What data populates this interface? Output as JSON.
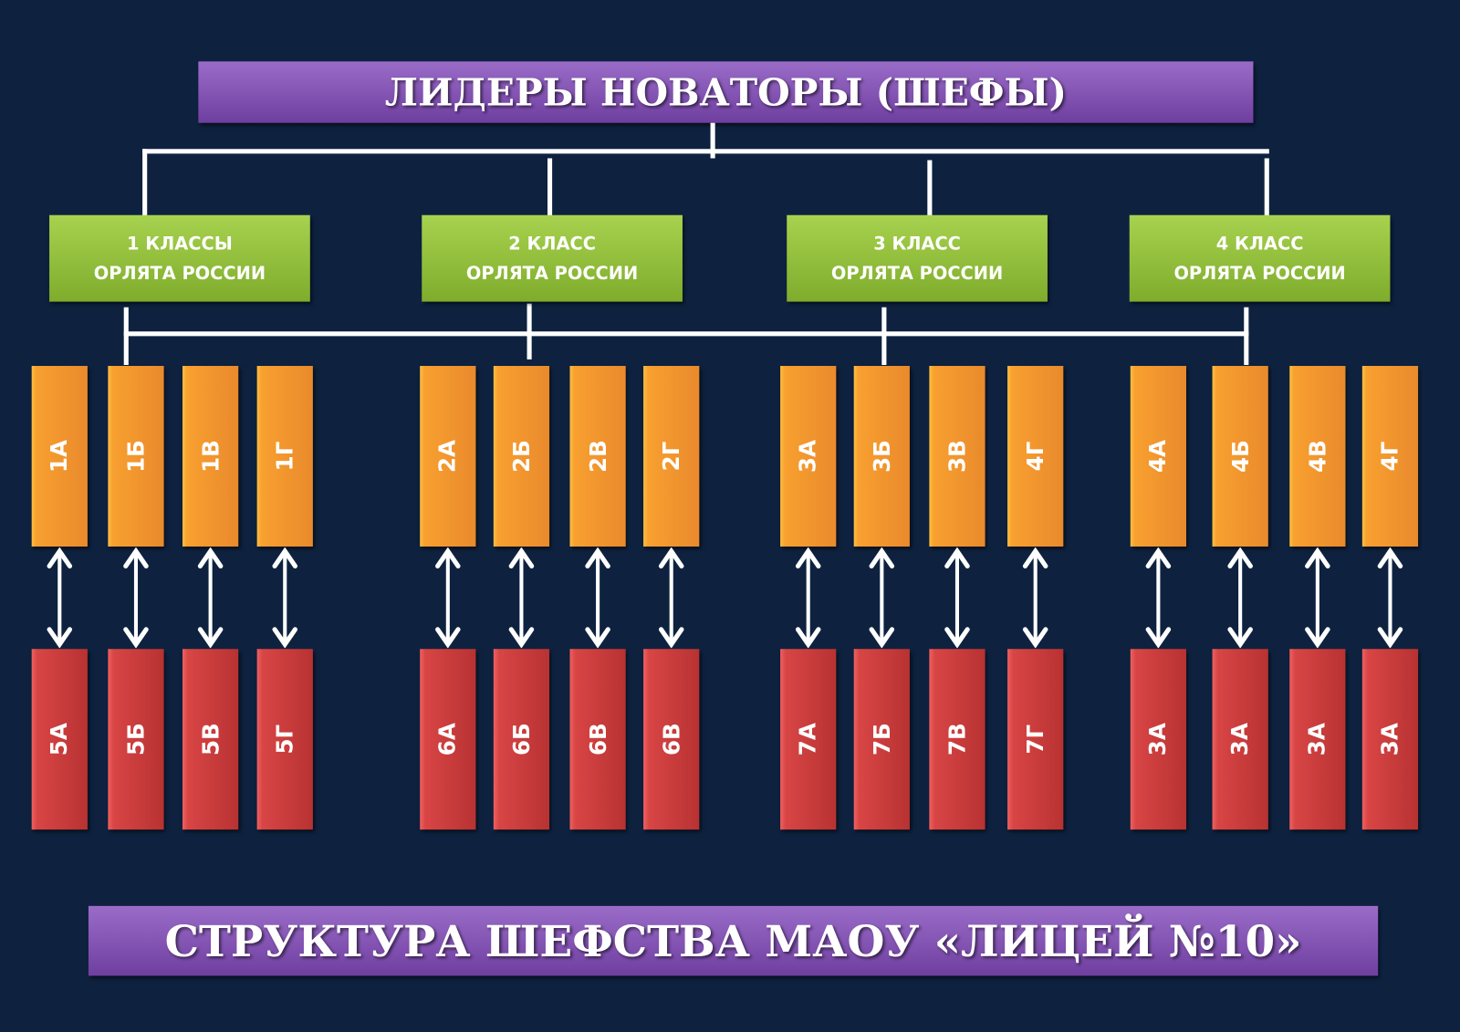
{
  "title": "ЛИДЕРЫ НОВАТОРЫ (ШЕФЫ)",
  "footer": "СТРУКТУРА ШЕФСТВА  МАОУ «ЛИЦЕЙ №10»",
  "groups": [
    {
      "line1": "1 КЛАССЫ",
      "line2": "ОРЛЯТА РОССИИ",
      "top": [
        "1А",
        "1Б",
        "1В",
        "1Г"
      ],
      "bottom": [
        "5А",
        "5Б",
        "5В",
        "5Г"
      ]
    },
    {
      "line1": "2 КЛАСС",
      "line2": "ОРЛЯТА РОССИИ",
      "top": [
        "2А",
        "2Б",
        "2В",
        "2Г"
      ],
      "bottom": [
        "6А",
        "6Б",
        "6В",
        "6В"
      ]
    },
    {
      "line1": "3 КЛАСС",
      "line2": "ОРЛЯТА РОССИИ",
      "top": [
        "3А",
        "3Б",
        "3В",
        "4Г"
      ],
      "bottom": [
        "7А",
        "7Б",
        "7В",
        "7Г"
      ]
    },
    {
      "line1": "4 КЛАСС",
      "line2": "ОРЛЯТА РОССИИ",
      "top": [
        "4А",
        "4Б",
        "4В",
        "4Г"
      ],
      "bottom": [
        "3А",
        "3А",
        "3А",
        "3А"
      ]
    }
  ],
  "colors": {
    "background": "#0e2240",
    "purple": "#7f4fb0",
    "green": "#8fbf3a",
    "orange": "#f39a30",
    "red": "#c83a3a"
  }
}
